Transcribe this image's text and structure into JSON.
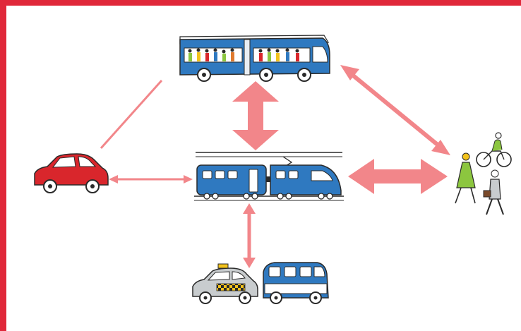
{
  "frame": {
    "border_color": "#e0283a"
  },
  "colors": {
    "arrow": "#f2868a",
    "bus_blue": "#2f79c0",
    "bus_roof": "#ffffff",
    "car_red": "#d9262c",
    "taxi_grey": "#c8ccce",
    "taxi_check": "#f2c21b",
    "pedestrian_green": "#8cc63f",
    "outline": "#2a2a2a"
  },
  "nodes": {
    "tram": {
      "icon": "articulated-tram-icon"
    },
    "train": {
      "icon": "commuter-train-icon"
    },
    "car": {
      "icon": "private-car-icon"
    },
    "active": {
      "icon": "pedestrians-and-cyclist-icon"
    },
    "shared": {
      "icon": "taxi-and-minibus-icon"
    }
  },
  "connections": [
    {
      "from": "tram",
      "to": "train",
      "style": "thick-double-arrow"
    },
    {
      "from": "train",
      "to": "active",
      "style": "thick-double-arrow"
    },
    {
      "from": "tram",
      "to": "active",
      "style": "thin-double-arrow"
    },
    {
      "from": "car",
      "to": "train",
      "style": "thin-double-arrow"
    },
    {
      "from": "train",
      "to": "shared",
      "style": "thin-double-arrow"
    },
    {
      "from": "tram",
      "to": "car",
      "style": "line"
    }
  ]
}
